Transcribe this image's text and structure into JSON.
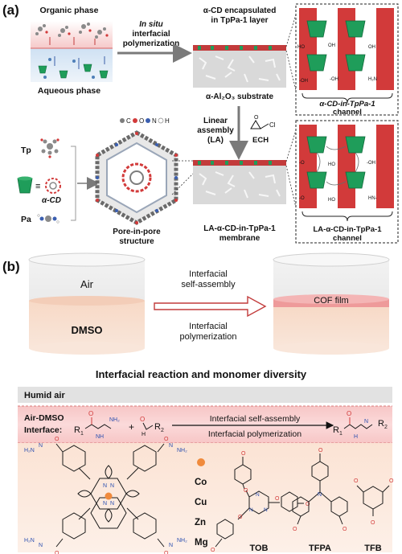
{
  "panel_a": {
    "label": "(a)",
    "organic_phase": "Organic phase",
    "aqueous_phase": "Aqueous phase",
    "step1_line1": "In situ",
    "step1_line2": "interfacial",
    "step1_line3": "polymerization",
    "encaps_line1": "α-CD encapsulated",
    "encaps_line2": "in TpPa-1 layer",
    "substrate": "α-Al₂O₃ substrate",
    "channel1_line1": "α-CD-in-TpPa-1",
    "channel1_line2": "channel",
    "legend_c": "C",
    "legend_o": "O",
    "legend_n": "N",
    "legend_h": "H",
    "tp": "Tp",
    "acd": "α-CD",
    "pa": "Pa",
    "equiv": "≡",
    "pore_line1": "Pore-in-pore",
    "pore_line2": "structure",
    "la_line1": "Linear",
    "la_line2": "assembly",
    "la_line3": "(LA)",
    "ech": "ECH",
    "cl": "Cl",
    "o": "O",
    "membrane_line1": "LA-α-CD-in-TpPa-1",
    "membrane_line2": "membrane",
    "channel2_line1": "LA-α-CD-in-TpPa-1",
    "channel2_line2": "channel"
  },
  "panel_b": {
    "label": "(b)",
    "air": "Air",
    "dmso": "DMSO",
    "self_assembly_line1": "Interfacial",
    "self_assembly_line2": "self-assembly",
    "polymerization_line1": "Interfacial",
    "polymerization_line2": "polymerization",
    "cof_film": "COF film",
    "section_title": "Interfacial reaction and monomer diversity",
    "humid_air": "Humid air",
    "interface_line1": "Air-DMSO",
    "interface_line2": "Interface:",
    "r1": "R",
    "r2": "R",
    "plus": "+",
    "arrow_top": "Interfacial self-assembly",
    "arrow_bottom": "Interfacial polymerization",
    "metals": [
      "Co",
      "Cu",
      "Zn",
      "Mg"
    ],
    "tob": "TOB",
    "tfpa": "TFPA",
    "tfb": "TFB"
  }
}
